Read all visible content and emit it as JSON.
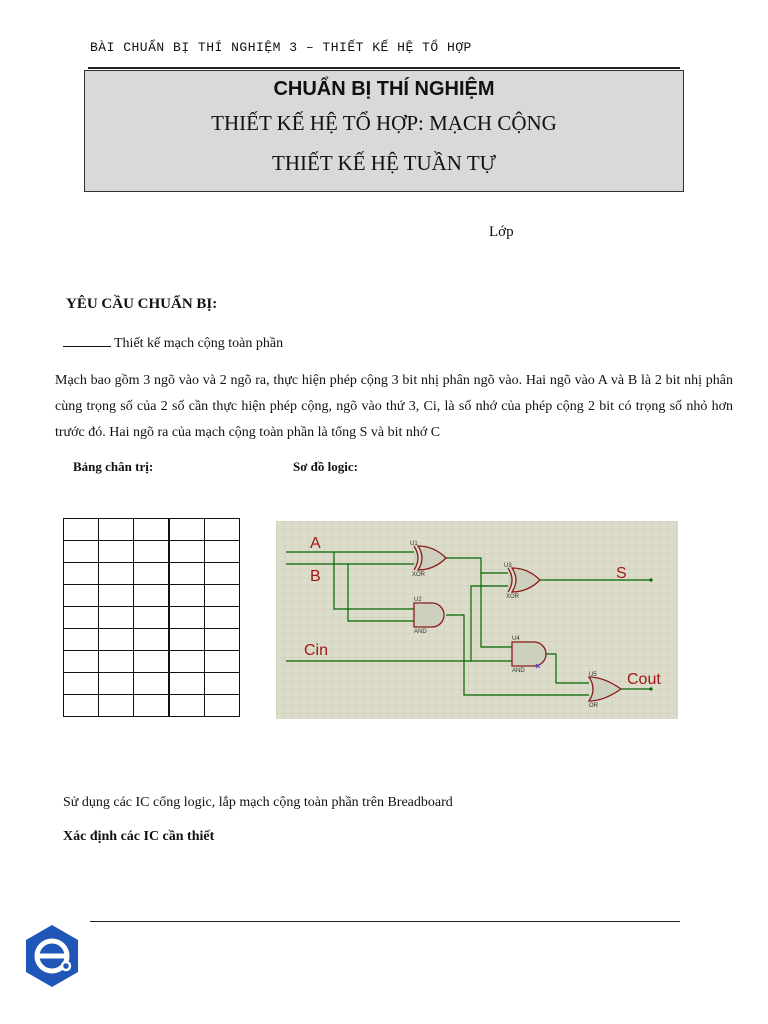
{
  "header": {
    "running_title": "BÀI CHUẨN BỊ THÍ NGHIỆM 3 – THIẾT KẾ HỆ TỔ HỢP"
  },
  "title_box": {
    "main": "CHUẨN BỊ THÍ NGHIỆM",
    "line1": "THIẾT KẾ HỆ TỔ HỢP: MẠCH CỘNG",
    "line2": "THIẾT KẾ HỆ TUẦN TỰ"
  },
  "class_label": "Lớp",
  "requirements": {
    "title": "YÊU CẦU CHUẨN BỊ:",
    "task1": "Thiết kế mạch cộng toàn phần",
    "description": "Mạch bao gồm 3 ngõ vào và 2 ngõ ra, thực hiện phép cộng 3 bit nhị phân ngõ vào. Hai ngõ vào A và B là 2 bit nhị phân cùng trọng số của 2 số cần thực hiện phép cộng, ngõ vào thứ 3, Ci, là số nhớ của phép cộng 2 bit có trọng số nhỏ hơn trước đó. Hai ngõ ra của mạch cộng toàn phần là tổng S và bit nhớ C"
  },
  "truth_table": {
    "label": "Bảng chân trị:",
    "rows": 9,
    "cols": 5
  },
  "logic_diagram": {
    "label": "Sơ đồ logic:",
    "signals": {
      "a": "A",
      "b": "B",
      "cin": "Cin",
      "s": "S",
      "cout": "Cout"
    },
    "gates": {
      "u1": "U1",
      "u1_type": "XOR",
      "u2": "U2",
      "u2_type": "AND",
      "u3": "U3",
      "u3_type": "XOR",
      "u4": "U4",
      "u4_type": "AND",
      "u5": "U5",
      "u5_type": "OR"
    },
    "colors": {
      "grid_bg": "#dcdccb",
      "wire": "#006600",
      "gate": "#8b1a1a",
      "label": "#a01818"
    }
  },
  "instructions": {
    "breadboard": "Sử dụng các IC cổng logic, lắp mạch cộng toàn phần trên Breadboard",
    "ic_title": "Xác định các IC cần thiết"
  },
  "logo": {
    "icon": "e-learning-logo-icon",
    "color": "#1f56b8"
  }
}
